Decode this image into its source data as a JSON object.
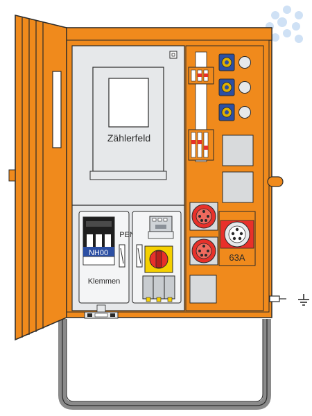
{
  "labels": {
    "meter_field": "Zählerfeld",
    "fuse_type": "NH00",
    "pen_n": "PEN/N",
    "terminals": "Klemmen",
    "cee_rating": "63A"
  },
  "colors": {
    "cabinet_orange": "#f08a1c",
    "outline": "#2a2a2a",
    "panel_grey": "#e6e8ea",
    "cee_red": "#e8302a",
    "schuko_blue": "#2c4fa3",
    "switch_yellow": "#f5d000",
    "watermark_blue": "#cfe1f5"
  }
}
